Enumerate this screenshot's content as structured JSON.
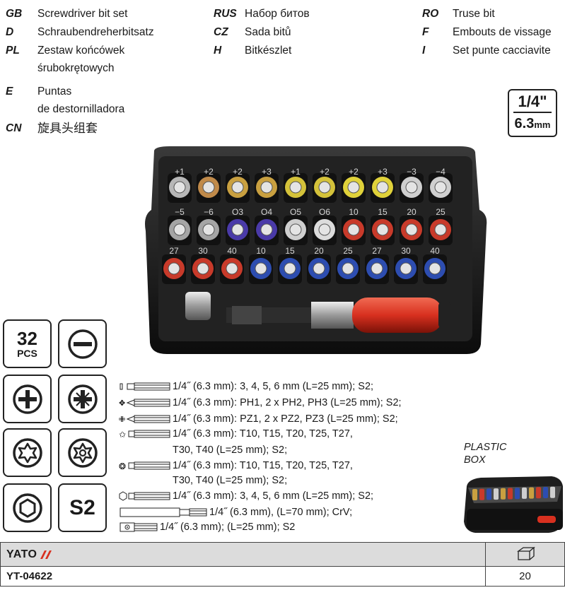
{
  "languages": [
    {
      "code": "GB",
      "lines": [
        "Screwdriver bit set"
      ]
    },
    {
      "code": "D",
      "lines": [
        "Schraubendreherbitsatz"
      ]
    },
    {
      "code": "PL",
      "lines": [
        "Zestaw końcówek",
        "śrubokrętowych"
      ]
    },
    {
      "code": "E",
      "lines": [
        "Puntas",
        "de destornilladora"
      ]
    },
    {
      "code": "CN",
      "lines": [
        "旋具头组套"
      ]
    },
    {
      "code": "RUS",
      "lines": [
        "Набор битов"
      ]
    },
    {
      "code": "CZ",
      "lines": [
        "Sada bitů"
      ]
    },
    {
      "code": "H",
      "lines": [
        "Bitkészlet"
      ]
    },
    {
      "code": "RO",
      "lines": [
        "Truse bit"
      ]
    },
    {
      "code": "F",
      "lines": [
        "Embouts de vissage"
      ]
    },
    {
      "code": "I",
      "lines": [
        "Set punte cacciavite"
      ]
    }
  ],
  "drive_size": {
    "inch": "1/4\"",
    "mm_value": "6.3",
    "mm_unit": "mm"
  },
  "pieces_badge": {
    "count": "32",
    "unit": "PCS"
  },
  "material_badge": "S2",
  "bit_labels_row1": [
    "+1",
    "+2",
    "+2",
    "+3",
    "+1",
    "+2",
    "+2",
    "+3",
    "−3",
    "−4"
  ],
  "bit_labels_row2": [
    "−5",
    "−6",
    "O3",
    "O4",
    "O5",
    "O6",
    "10",
    "15",
    "20",
    "25"
  ],
  "bit_labels_row3": [
    "27",
    "30",
    "40",
    "10",
    "15",
    "20",
    "25",
    "27",
    "30",
    "40"
  ],
  "specs": [
    "1/4˝ (6.3 mm): 3, 4, 5, 6 mm (L=25 mm); S2;",
    "1/4˝ (6.3 mm): PH1, 2 x PH2, PH3 (L=25 mm); S2;",
    "1/4˝ (6.3 mm): PZ1, 2 x PZ2, PZ3 (L=25 mm); S2;",
    "1/4˝ (6.3 mm): T10, T15, T20, T25, T27,",
    "T30, T40 (L=25 mm); S2;",
    "1/4˝ (6.3 mm): T10, T15, T20, T25, T27,",
    "T30, T40 (L=25 mm); S2;",
    "1/4˝ (6.3 mm): 3, 4, 5, 6 mm (L=25 mm); S2;",
    "1/4˝ (6.3 mm), (L=70 mm); CrV;",
    "1/4˝ (6.3 mm); (L=25 mm); S2"
  ],
  "plastic_box": [
    "PLASTIC",
    "BOX"
  ],
  "footer": {
    "brand": "YATO",
    "code": "YT-04622",
    "quantity": "20"
  },
  "colors": {
    "handle_red": "#d8301f",
    "case_black": "#1b1b1b",
    "border": "#222222",
    "footer_gray": "#dcdcdc"
  }
}
